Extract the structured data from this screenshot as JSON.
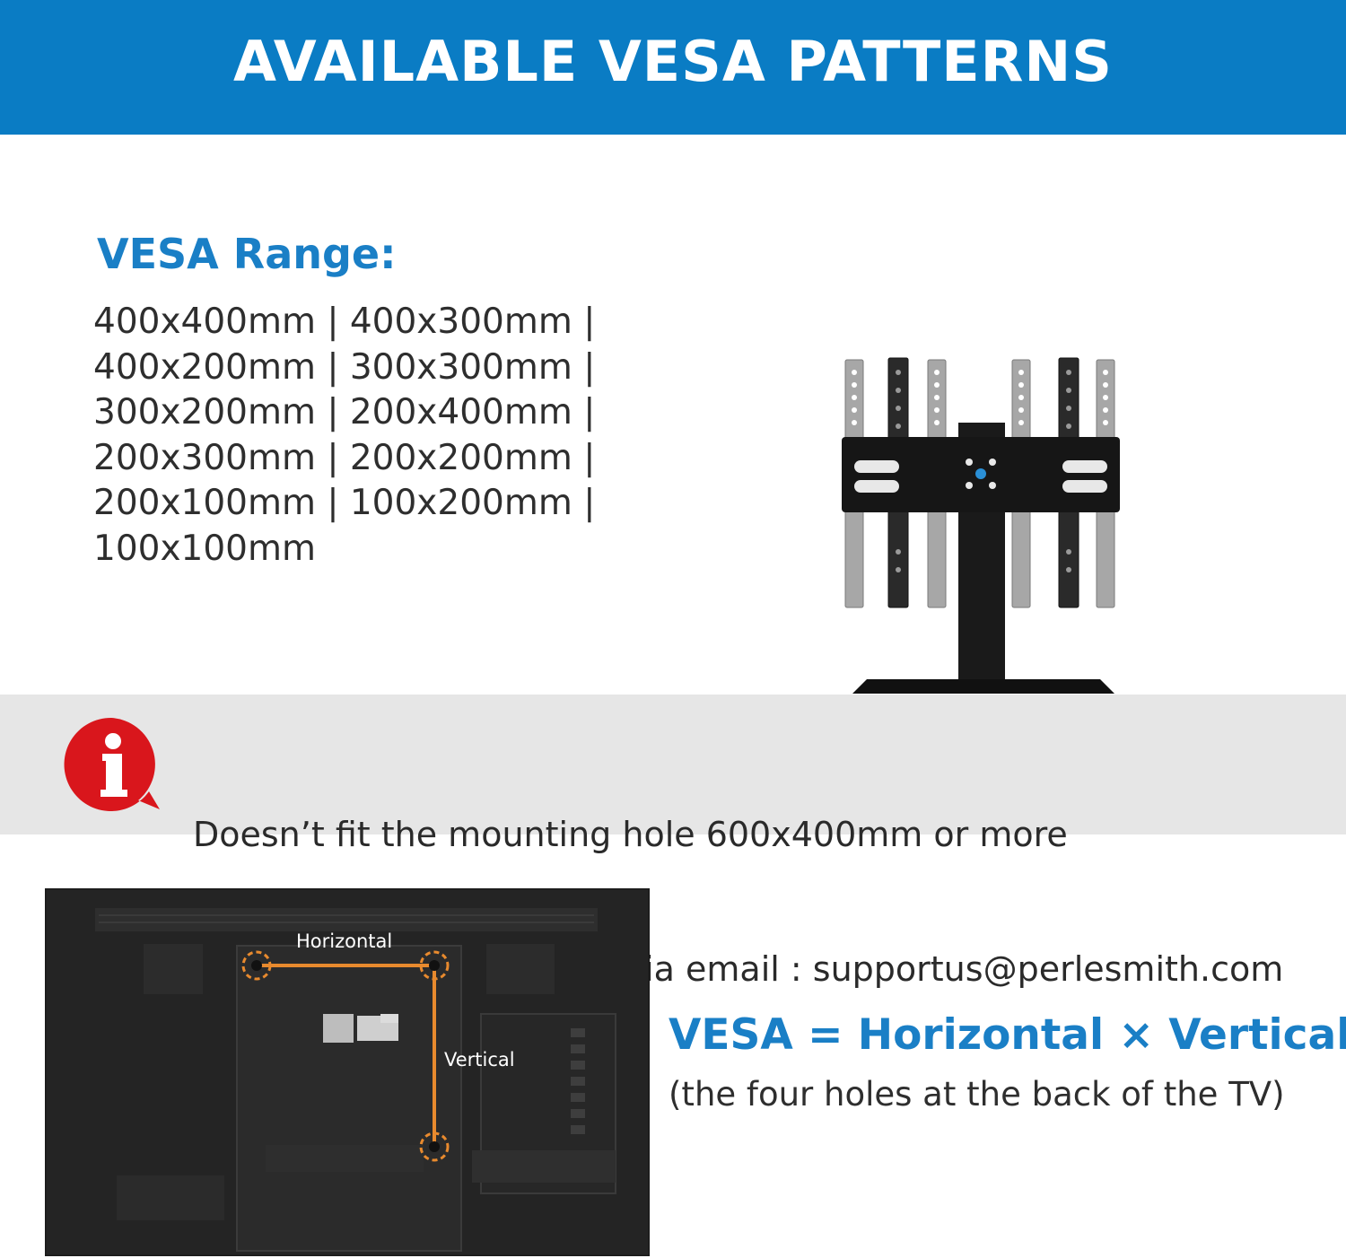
{
  "banner": {
    "title": "AVAILABLE VESA PATTERNS"
  },
  "vesa_range": {
    "heading": "VESA Range:",
    "rows": [
      "400x400mm | 400x300mm |",
      "400x200mm | 300x300mm |",
      "300x200mm | 200x400mm |",
      "200x300mm | 200x200mm |",
      "200x100mm | 100x200mm |",
      "100x100mm"
    ]
  },
  "notice": {
    "icon": "info-icon",
    "line1": "Doesn’t fit the mounting hole 600x400mm or more",
    "line2": "Not sure?  Pls contact us via email : supportus@perlesmith.com"
  },
  "tv_diagram": {
    "horizontal_label": "Horizontal",
    "vertical_label": "Vertical"
  },
  "formula": {
    "text": "VESA = Horizontal × Vertical",
    "note": "(the four holes at the back of the TV)"
  },
  "colors": {
    "banner_blue": "#0a7cc4",
    "heading_blue": "#1a7fc6",
    "notice_red": "#d9161c",
    "guide_orange": "#e88a2e"
  }
}
